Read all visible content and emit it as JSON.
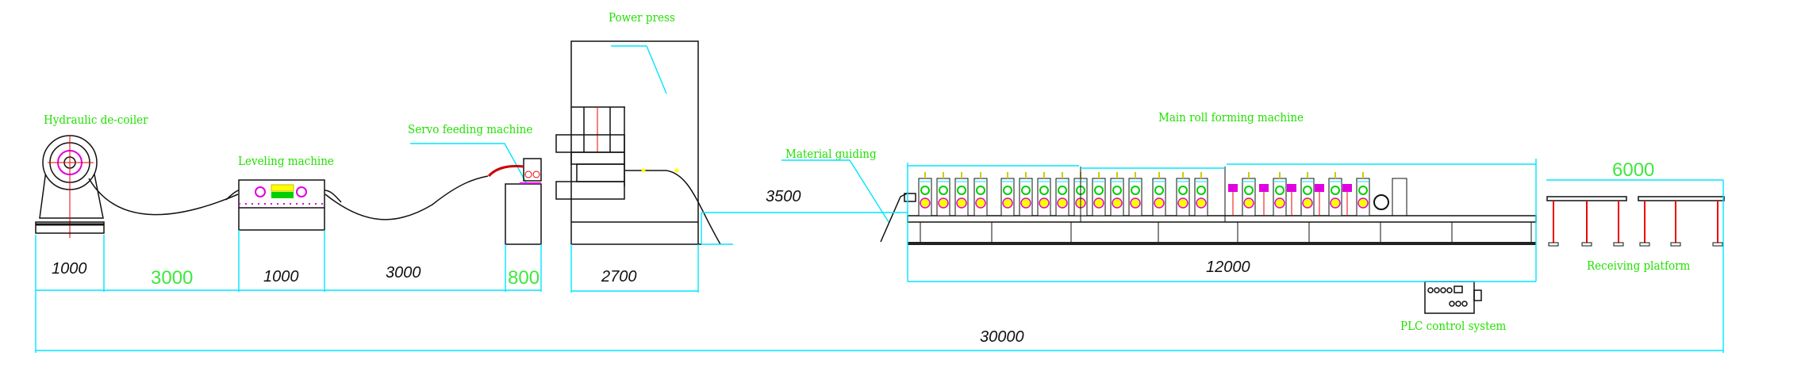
{
  "labels": {
    "decoiler": "Hydraulic de-coiler",
    "leveling": "Leveling machine",
    "servo": "Servo feeding machine",
    "press": "Power press",
    "guiding": "Material guiding",
    "roll_forming": "Main roll forming machine",
    "receiving": "Receiving platform",
    "plc": "PLC control system"
  },
  "dimensions": {
    "decoiler_len": "1000",
    "gap1": "3000",
    "leveling_len": "1000",
    "gap2": "3000",
    "servo_len": "800",
    "press_len": "2700",
    "guide_height": "3500",
    "roll_forming_len": "12000",
    "platform_len": "6000",
    "total_len": "30000"
  },
  "colors": {
    "label": "#22e000",
    "dimension_line": "#00e5ff",
    "frame": "#111111",
    "roll_magenta": "#e000e0",
    "roll_yellow": "#ffff00",
    "roll_green": "#00d000"
  }
}
